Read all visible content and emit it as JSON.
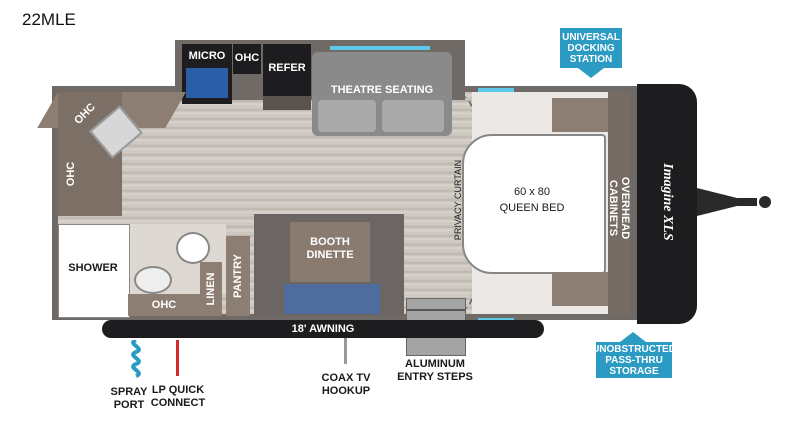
{
  "model": "22MLE",
  "labels": {
    "micro": "MICRO",
    "ohc_top": "OHC",
    "refer": "REFER",
    "theatre": "THEATRE SEATING",
    "ohc_corner": "OHC",
    "ohc_left": "OHC",
    "shower": "SHOWER",
    "ohc_bath": "OHC",
    "linen": "LINEN",
    "pantry": "PANTRY",
    "booth": "BOOTH",
    "dinette": "DINETTE",
    "privacy": "PRIVACY CURTAIN",
    "bed_size": "60 x 80",
    "bed_name": "QUEEN BED",
    "overhead": "OVERHEAD CABINETS",
    "awning": "18' AWNING",
    "brand": "Imagine XLS"
  },
  "callouts": {
    "docking": "UNIVERSAL DOCKING STATION",
    "passthru": "UNOBSTRUCTED PASS-THRU STORAGE"
  },
  "features": {
    "spray": "SPRAY PORT",
    "lp": "LP QUICK CONNECT",
    "coax": "COAX TV HOOKUP",
    "steps": "ALUMINUM ENTRY STEPS"
  },
  "colors": {
    "callout": "#2b9bc4",
    "wall": "#6f6a66",
    "cabinet": "#8d7e73"
  }
}
